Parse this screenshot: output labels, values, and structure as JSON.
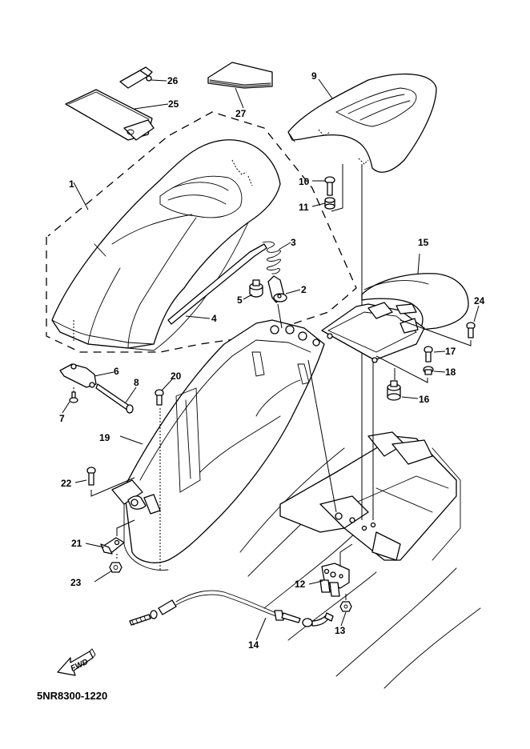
{
  "diagram": {
    "title_code": "5NR8300-1220",
    "direction_label": "FWD",
    "colors": {
      "line": "#000000",
      "background": "#ffffff"
    },
    "callouts": [
      {
        "id": "1",
        "part": "seat-assembly"
      },
      {
        "id": "2",
        "part": "seat-lock-bracket"
      },
      {
        "id": "3",
        "part": "spring"
      },
      {
        "id": "4",
        "part": "seat-edge-strip"
      },
      {
        "id": "5",
        "part": "damper"
      },
      {
        "id": "6",
        "part": "hinge-bracket"
      },
      {
        "id": "7",
        "part": "hinge-bolt"
      },
      {
        "id": "8",
        "part": "hinge-pin"
      },
      {
        "id": "9",
        "part": "rear-seat-cover"
      },
      {
        "id": "10",
        "part": "bolt"
      },
      {
        "id": "11",
        "part": "collar"
      },
      {
        "id": "12",
        "part": "seat-lock"
      },
      {
        "id": "13",
        "part": "nut"
      },
      {
        "id": "14",
        "part": "seat-lock-cable"
      },
      {
        "id": "15",
        "part": "rear-seat-base"
      },
      {
        "id": "16",
        "part": "rubber-damper"
      },
      {
        "id": "17",
        "part": "bolt"
      },
      {
        "id": "18",
        "part": "collar"
      },
      {
        "id": "19",
        "part": "storage-box"
      },
      {
        "id": "20",
        "part": "bolt"
      },
      {
        "id": "21",
        "part": "bracket"
      },
      {
        "id": "22",
        "part": "bolt"
      },
      {
        "id": "23",
        "part": "nut"
      },
      {
        "id": "24",
        "part": "bolt"
      },
      {
        "id": "25",
        "part": "tray"
      },
      {
        "id": "26",
        "part": "clip"
      },
      {
        "id": "27",
        "part": "owners-manual"
      }
    ]
  }
}
